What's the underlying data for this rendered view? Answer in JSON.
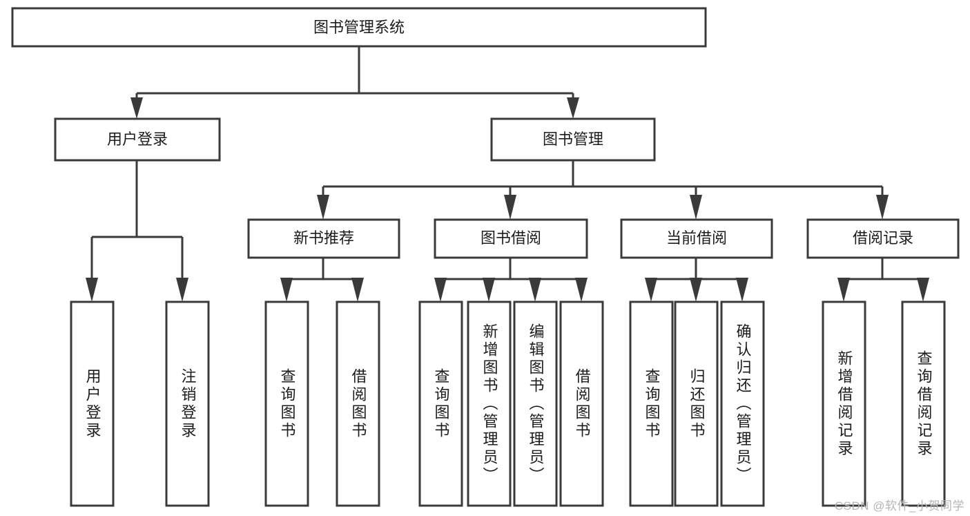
{
  "diagram": {
    "title": "图书管理系统",
    "watermark": "CSDN @软件_小贺同学",
    "colors": {
      "stroke": "#3a3a3a",
      "box_fill": "#ffffff",
      "text": "#1c1c1c",
      "background": "#ffffff",
      "watermark": "#b5b5b5"
    },
    "root": {
      "label": "图书管理系统"
    },
    "level1": [
      {
        "label": "用户登录"
      },
      {
        "label": "图书管理"
      }
    ],
    "level2": [
      {
        "label": "新书推荐"
      },
      {
        "label": "图书借阅"
      },
      {
        "label": "当前借阅"
      },
      {
        "label": "借阅记录"
      }
    ],
    "leaves": {
      "user_login": [
        {
          "label": "用户登录"
        },
        {
          "label": "注销登录"
        }
      ],
      "new_book_recommend": [
        {
          "label": "查询图书"
        },
        {
          "label": "借阅图书"
        }
      ],
      "book_borrow": [
        {
          "label": "查询图书"
        },
        {
          "label": "新增图书（管理员）"
        },
        {
          "label": "编辑图书（管理员）"
        },
        {
          "label": "借阅图书"
        }
      ],
      "current_borrow": [
        {
          "label": "查询图书"
        },
        {
          "label": "归还图书"
        },
        {
          "label": "确认归还（管理员）"
        }
      ],
      "borrow_record": [
        {
          "label": "新增借阅记录"
        },
        {
          "label": "查询借阅记录"
        }
      ]
    }
  }
}
